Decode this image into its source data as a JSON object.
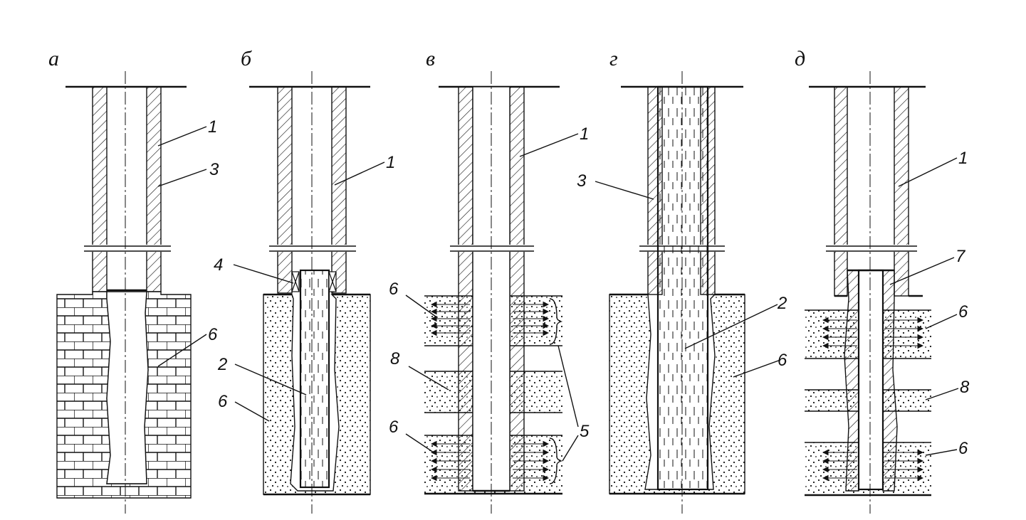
{
  "panels": [
    {
      "id": "a",
      "letter": "а",
      "numbers": [
        "1",
        "3",
        "6"
      ]
    },
    {
      "id": "b",
      "letter": "б",
      "numbers": [
        "1",
        "4",
        "2",
        "6"
      ]
    },
    {
      "id": "v",
      "letter": "в",
      "numbers": [
        "1",
        "6",
        "8",
        "6",
        "5"
      ]
    },
    {
      "id": "g",
      "letter": "г",
      "numbers": [
        "3",
        "2",
        "6"
      ]
    },
    {
      "id": "d",
      "letter": "д",
      "numbers": [
        "1",
        "7",
        "6",
        "8",
        "6"
      ]
    }
  ],
  "colors": {
    "ink": "#111111",
    "paper": "#ffffff"
  }
}
